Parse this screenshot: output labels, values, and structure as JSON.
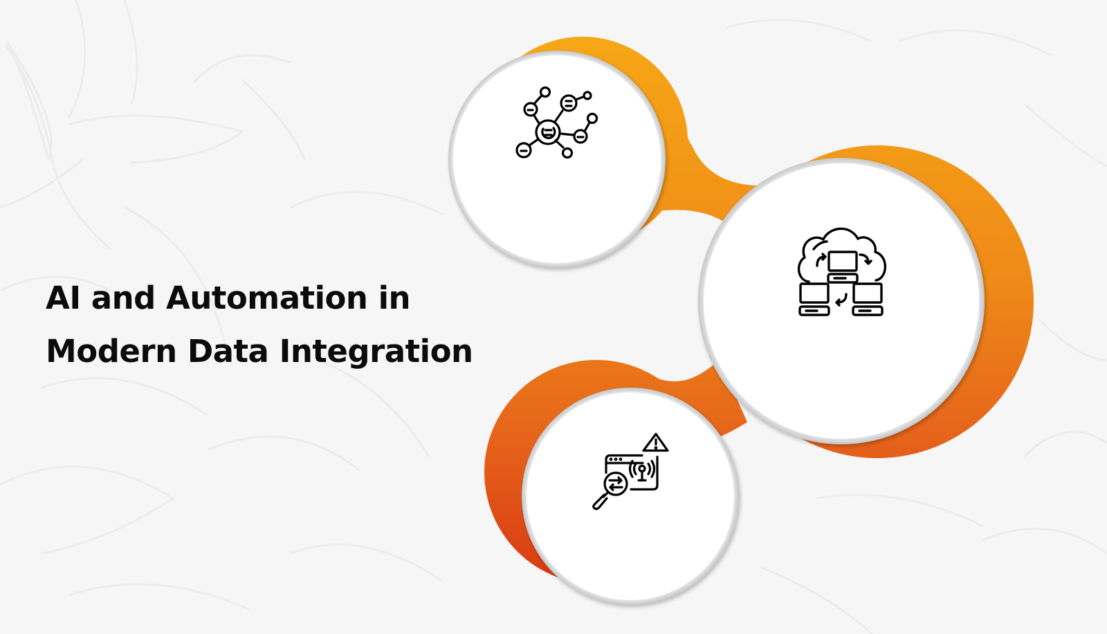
{
  "title": {
    "line1": "AI and Automation in",
    "line2": "Modern Data Integration"
  },
  "colors": {
    "background": "#f6f6f6",
    "gradient_top": "#f6a515",
    "gradient_mid": "#ef8a18",
    "gradient_bottom": "#db3f12",
    "circle_fill": "#ffffff",
    "circle_rim": "#c8c9cb",
    "icon_stroke": "#000000",
    "title_text": "#0b0b0b"
  },
  "nodes": [
    {
      "id": "network",
      "icon": "network-nodes-icon",
      "position": "top"
    },
    {
      "id": "cloud-sync",
      "icon": "cloud-computers-sync-icon",
      "position": "right"
    },
    {
      "id": "monitoring",
      "icon": "network-monitoring-alert-icon",
      "position": "bottom"
    }
  ]
}
